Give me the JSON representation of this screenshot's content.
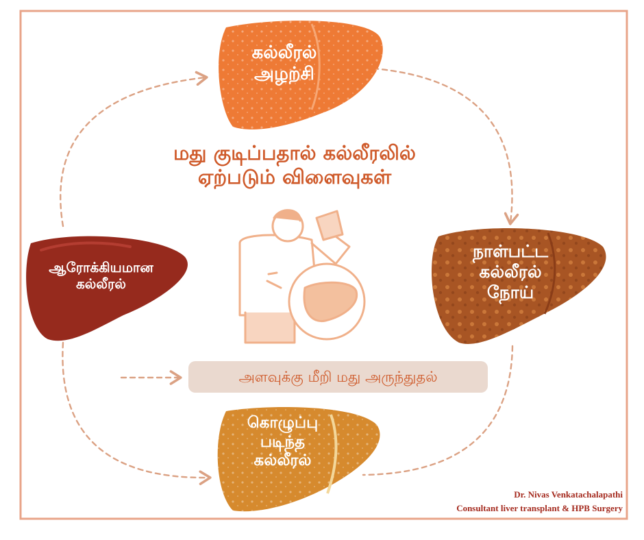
{
  "title": {
    "line1": "மது குடிப்பதால் கல்லீரலில்",
    "line2": "ஏற்படும் விளைவுகள்"
  },
  "stages": {
    "inflammation": "கல்லீரல்\nஅழற்சி",
    "healthy": "ஆரோக்கியமான\nகல்லீரல்",
    "chronic": "நாள்பட்ட\nகல்லீரல்\nநோய்",
    "fatty": "கொழுப்பு\nபடிந்த\nகல்லீரல்"
  },
  "cause": "அளவுக்கு மீறி மது அருந்துதல்",
  "credit": {
    "name": "Dr. Nivas Venkatachalapathi",
    "role": "Consultant liver transplant & HPB Surgery"
  },
  "colors": {
    "frame": "#e8a489",
    "arrow": "#dba183",
    "title": "#cf5a2a",
    "inflamed_liver": "#ee7a35",
    "healthy_liver": "#962a1d",
    "chronic_liver": "#a85524",
    "fatty_liver": "#d68a2e",
    "illustration": "#f0b08a",
    "credit": "#a42a1e"
  },
  "icons": [
    "liver-icon",
    "person-drinking-icon",
    "arrow-icon"
  ]
}
